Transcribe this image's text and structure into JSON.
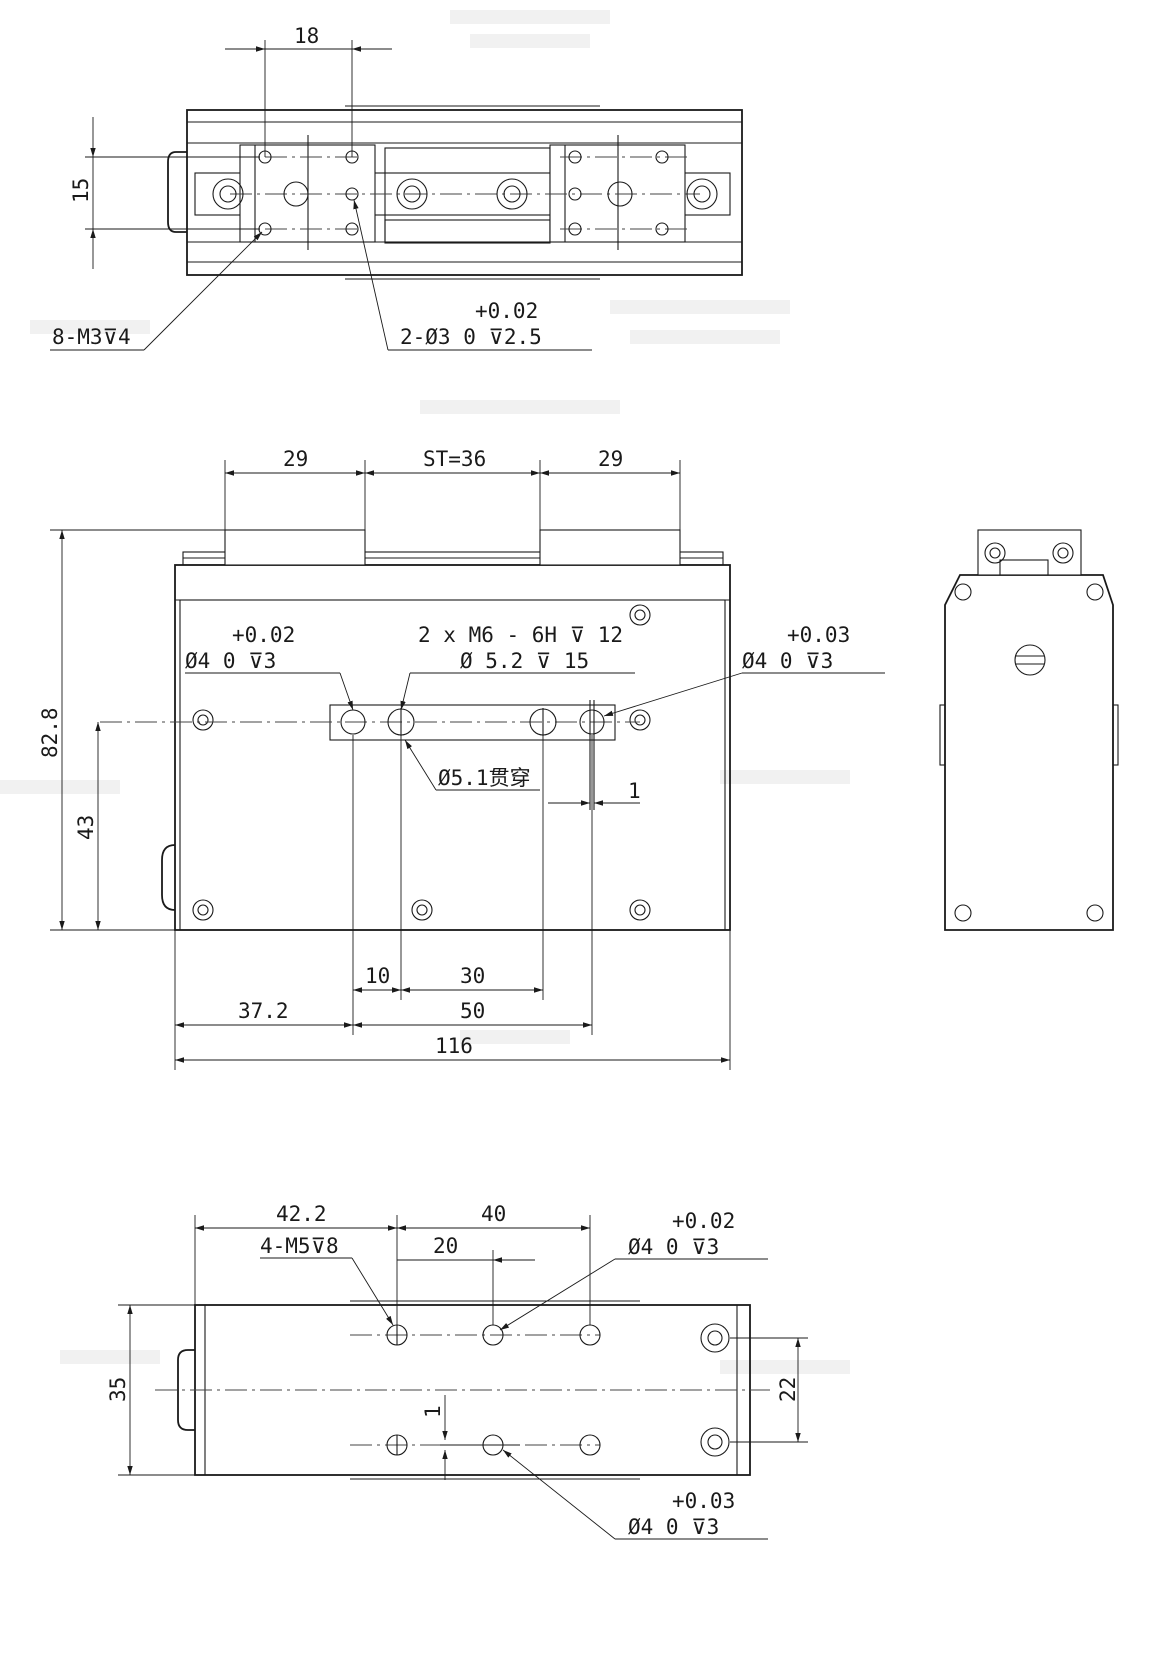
{
  "drawing": {
    "top_view": {
      "dim_pitch_x": "18",
      "dim_pitch_y": "15",
      "callout_thread_holes": "8-M3⊽4",
      "callout_pin_holes_tol": "+0.02",
      "callout_pin_holes": "2-Ø3  0   ⊽2.5"
    },
    "front_view": {
      "dim_jaw_left": "29",
      "dim_stroke": "ST=36",
      "dim_jaw_right": "29",
      "dim_height_total": "82.8",
      "dim_height_axis": "43",
      "pin_left_tol": "+0.02",
      "pin_left": "Ø4  0   ⊽3",
      "tapped_holes": "2 x  M6 - 6H ⊽ 12",
      "counterbore": "Ø 5.2 ⊽ 15",
      "pin_right_tol": "+0.03",
      "pin_right": "Ø4  0   ⊽3",
      "through_hole": "Ø5.1贯穿",
      "dim_slot_width": "1",
      "dim_hole_offset": "10",
      "dim_hole_gap": "30",
      "dim_left_edge": "37.2",
      "dim_hole_span": "50",
      "dim_width_total": "116"
    },
    "bottom_view": {
      "dim_left_edge": "42.2",
      "dim_pitch_x": "40",
      "dim_pin_offset": "20",
      "tapped_holes": "4-M5⊽8",
      "pin_top_tol": "+0.02",
      "pin_top": "Ø4  0   ⊽3",
      "dim_depth": "35",
      "dim_pitch_y": "22",
      "dim_slot": "1",
      "pin_bottom_tol": "+0.03",
      "pin_bottom": "Ø4  0   ⊽3"
    }
  }
}
